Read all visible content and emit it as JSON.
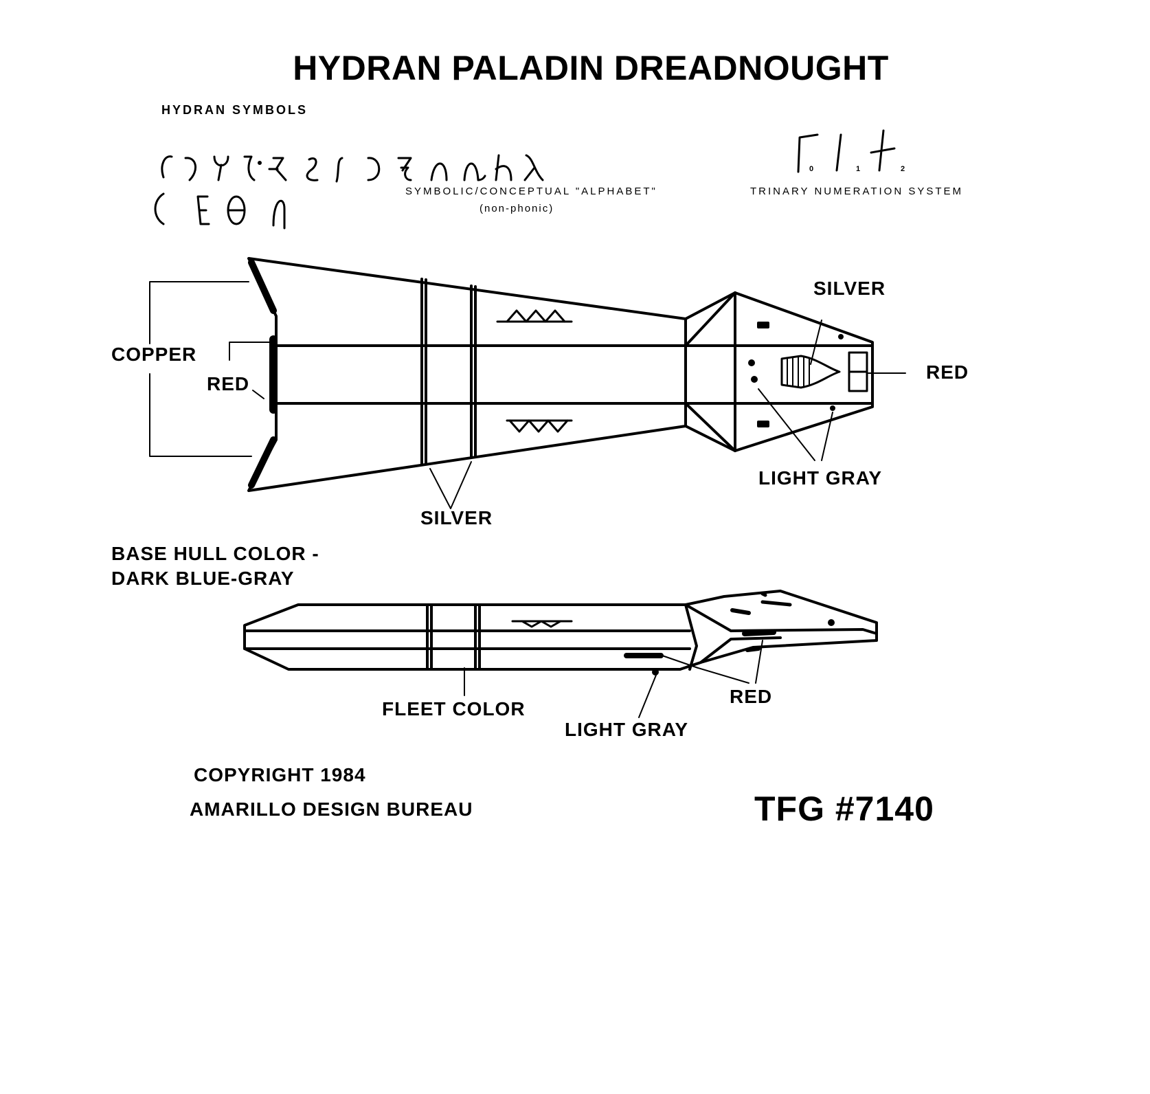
{
  "title": "HYDRAN PALADIN DREADNOUGHT",
  "symbols": {
    "heading": "HYDRAN SYMBOLS",
    "alphabet_caption": "SYMBOLIC/CONCEPTUAL \"ALPHABET\"",
    "alphabet_subcaption": "(non-phonic)",
    "numeration_caption": "TRINARY NUMERATION SYSTEM",
    "digits": [
      "0",
      "1",
      "2"
    ]
  },
  "top_view": {
    "copper": "COPPER",
    "red_left": "RED",
    "silver_top": "SILVER",
    "red_right": "RED",
    "light_gray": "LIGHT GRAY",
    "silver_bottom": "SILVER"
  },
  "base_hull": {
    "line1": "BASE HULL COLOR -",
    "line2": "DARK BLUE-GRAY"
  },
  "side_view": {
    "fleet_color": "FLEET COLOR",
    "red": "RED",
    "light_gray": "LIGHT GRAY"
  },
  "footer": {
    "copyright": "COPYRIGHT 1984",
    "company": "AMARILLO DESIGN BUREAU",
    "product_code": "TFG #7140"
  }
}
